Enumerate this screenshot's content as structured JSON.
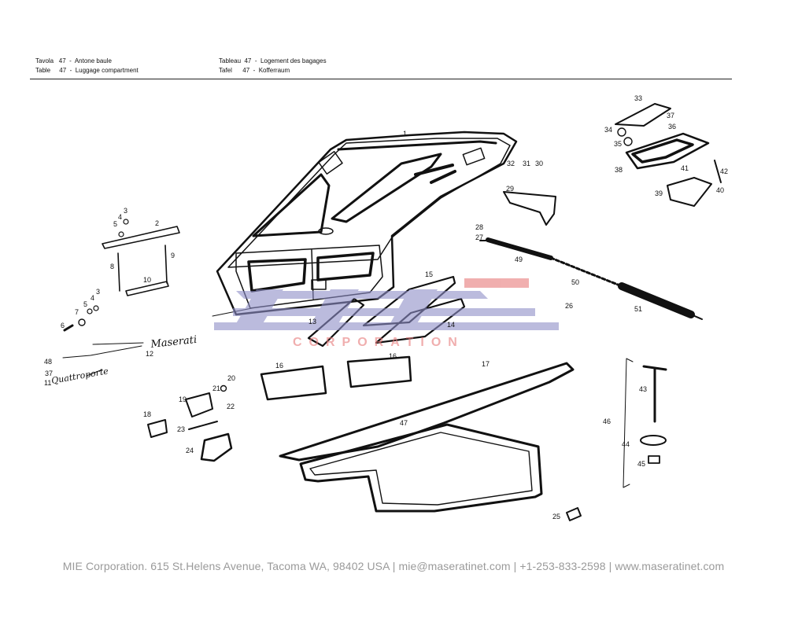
{
  "header": {
    "left": [
      {
        "lang": "Tavola",
        "num": "47",
        "title": "Antone baule"
      },
      {
        "lang": "Table",
        "num": "47",
        "title": "Luggage compartment"
      }
    ],
    "right": [
      {
        "lang": "Tableau",
        "num": "47",
        "title": "Logement des bagages"
      },
      {
        "lang": "Tafel",
        "num": "47",
        "title": "Kofferraum"
      }
    ]
  },
  "watermark": {
    "word": "CORPORATION",
    "colors": {
      "blue": "#8f8fc8",
      "red": "#e77a7a"
    }
  },
  "script_badges": [
    "Maserati",
    "Quattroporte"
  ],
  "callouts": [
    "1",
    "2",
    "3",
    "3",
    "4",
    "4",
    "5",
    "5",
    "6",
    "7",
    "8",
    "9",
    "10",
    "11",
    "12",
    "13",
    "14",
    "15",
    "16",
    "16",
    "17",
    "18",
    "19",
    "20",
    "21",
    "22",
    "23",
    "24",
    "25",
    "26",
    "27",
    "28",
    "29",
    "30",
    "31",
    "32",
    "33",
    "34",
    "35",
    "36",
    "37",
    "37",
    "38",
    "39",
    "40",
    "41",
    "42",
    "43",
    "44",
    "45",
    "46",
    "47",
    "48",
    "49",
    "50",
    "51"
  ],
  "footer": {
    "text": "MIE Corporation. 615 St.Helens Avenue, Tacoma WA, 98402 USA  |  mie@maseratinet.com  |   +1-253-833-2598   |  www.maseratinet.com"
  }
}
